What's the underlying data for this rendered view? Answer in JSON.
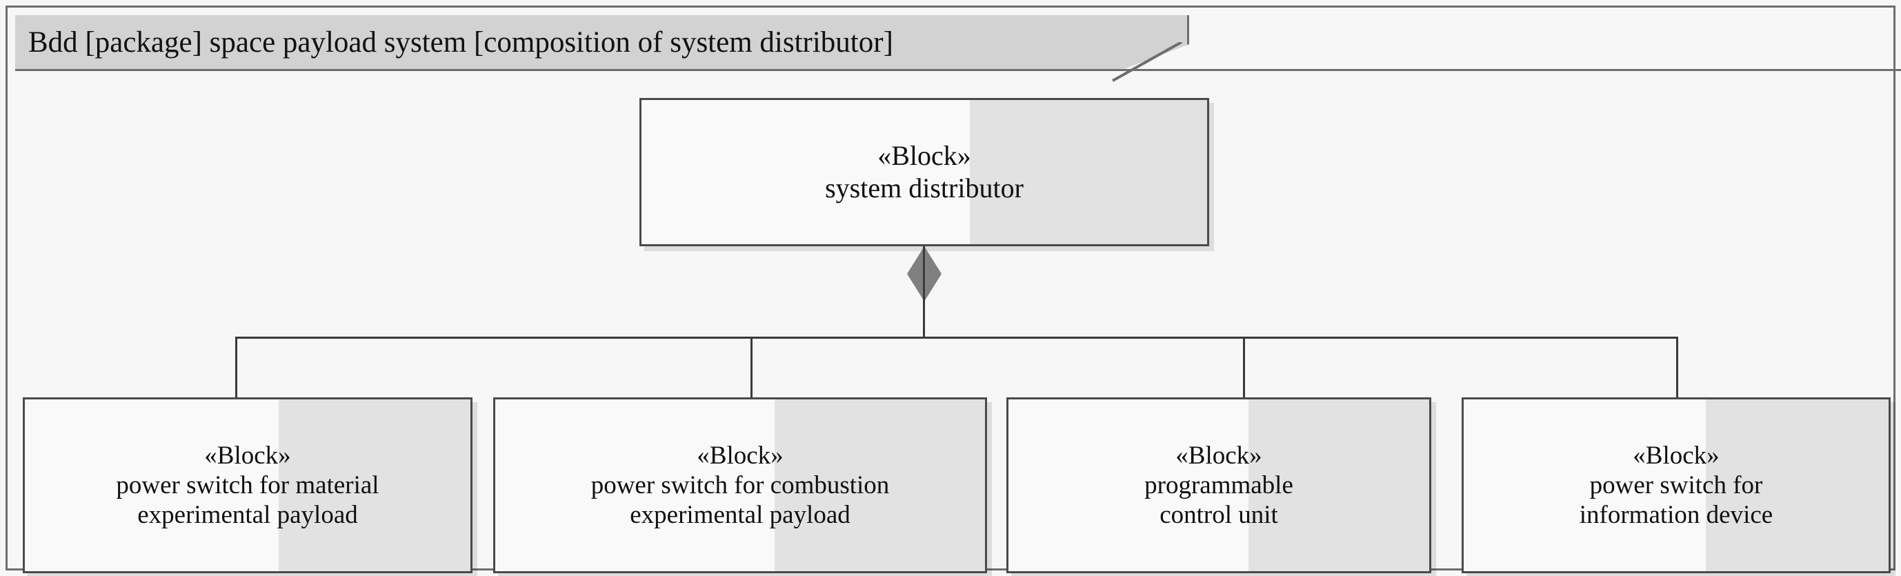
{
  "diagram": {
    "kind": "sysml-block-definition-diagram",
    "header": {
      "title": "Bdd [package] space payload system [composition of system distributor]",
      "shape": "pentagon-tab"
    },
    "colors": {
      "page_background": "#f7f7f7",
      "frame_border": "#6e6e6e",
      "header_fill": "#d2d2d2",
      "block_fill": "#f9f9f9",
      "block_wash": "#e2e2e2",
      "block_border": "#4a4a4a",
      "connector": "#3a3a3a",
      "diamond_fill": "#808080",
      "text": "#101010"
    },
    "root_block": {
      "stereotype": "«Block»",
      "name": "system distributor"
    },
    "relationship": {
      "type": "composition",
      "adornment": "filled-diamond",
      "source": "system distributor",
      "targets": [
        "power switch for material experimental payload",
        "power switch for combustion experimental payload",
        "programmable control unit",
        "power switch for information device"
      ]
    },
    "leaf_blocks": [
      {
        "stereotype": "«Block»",
        "name_line1": "power switch for material",
        "name_line2": "experimental payload"
      },
      {
        "stereotype": "«Block»",
        "name_line1": "power switch for combustion",
        "name_line2": "experimental payload"
      },
      {
        "stereotype": "«Block»",
        "name_line1": "programmable",
        "name_line2": "control unit"
      },
      {
        "stereotype": "«Block»",
        "name_line1": "power switch for",
        "name_line2": "information device"
      }
    ]
  }
}
